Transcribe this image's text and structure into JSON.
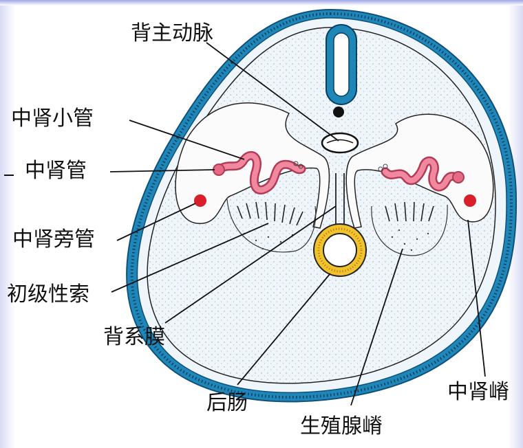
{
  "labels": {
    "dorsal_aorta": "背主动脉",
    "mesonephric_tubule": "中肾小管",
    "mesonephric_duct": "中肾管",
    "paramesonephric_duct": "中肾旁管",
    "primary_sex_cord": "初级性索",
    "dorsal_mesentery": "背系膜",
    "hindgut": "后肠",
    "genital_ridge": "生殖腺嵴",
    "mesonephric_ridge": "中肾嵴"
  },
  "colors": {
    "epithelium": "#1f86b8",
    "tubule": "#e56a86",
    "duct": "#d81f2a",
    "hindgut": "#f2c12e"
  }
}
